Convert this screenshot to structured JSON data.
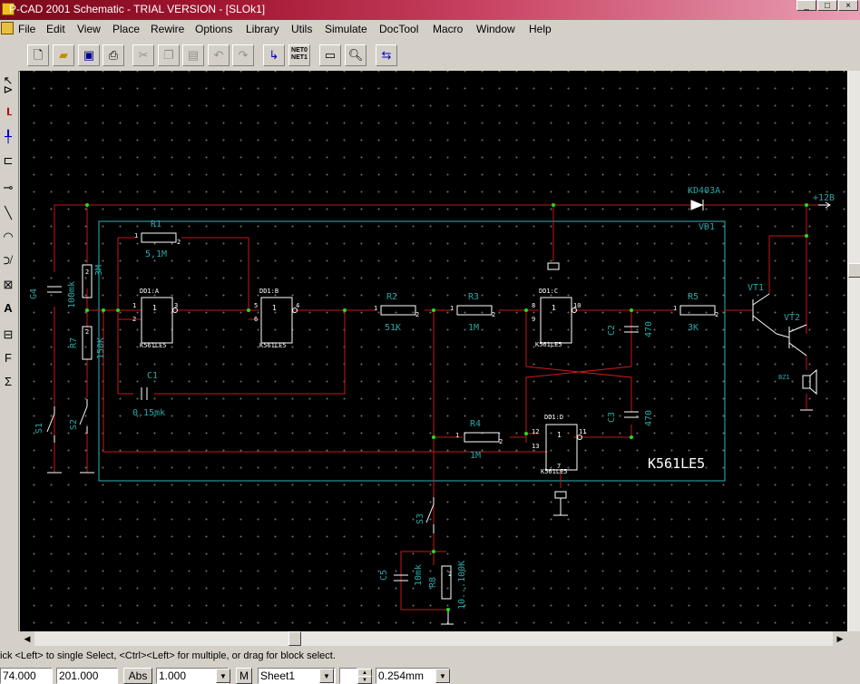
{
  "window": {
    "title": "P-CAD 2001 Schematic - TRIAL VERSION  - [SLOk1]",
    "controls": {
      "minimize": "_",
      "maximize": "□",
      "close": "×"
    }
  },
  "menu": [
    "File",
    "Edit",
    "View",
    "Place",
    "Rewire",
    "Options",
    "Library",
    "Utils",
    "Simulate",
    "DocTool",
    "Macro",
    "Window",
    "Help"
  ],
  "mdi_controls": {
    "minimize": "_",
    "restore": "❐",
    "close": "×"
  },
  "toolbar": {
    "netcompare_top": "NET0",
    "netcompare_bottom": "NET1"
  },
  "schematic": {
    "components": {
      "R1": {
        "ref": "R1",
        "value": "5,1M"
      },
      "R2": {
        "ref": "R2",
        "value": "51K"
      },
      "R3": {
        "ref": "R3",
        "value": "1M"
      },
      "R4": {
        "ref": "R4",
        "value": "1M"
      },
      "R5": {
        "ref": "R5",
        "value": "3K"
      },
      "R6": {
        "value": "3M"
      },
      "R7": {
        "ref": "R7",
        "value": "150K"
      },
      "R8": {
        "ref": "R8",
        "value": "10...100K"
      },
      "C1": {
        "ref": "C1",
        "value": "0,15mk"
      },
      "C2": {
        "ref": "C2",
        "value": "470"
      },
      "C3": {
        "ref": "C3",
        "value": "470"
      },
      "C4": {
        "ref": "C4",
        "value": "100mk"
      },
      "C5": {
        "ref": "C5",
        "value": "10mk"
      },
      "DD1A": {
        "ref": "DD1:A",
        "type": "K561LE5"
      },
      "DD1B": {
        "ref": "DD1:B",
        "type": "K561LE5"
      },
      "DD1C": {
        "ref": "DD1:C",
        "type": "K561LE5"
      },
      "DD1D": {
        "ref": "DD1:D",
        "type": "K561LE5"
      },
      "VD1": {
        "ref": "VD1",
        "type": "KD403A"
      },
      "VT1": {
        "ref": "VT1"
      },
      "VT2": {
        "ref": "VT2"
      },
      "BZ1": {
        "ref": "BZ1"
      },
      "S1": {
        "ref": "S1"
      },
      "S2": {
        "ref": "S2"
      },
      "S3": {
        "ref": "S3"
      }
    },
    "power_label": "+12B",
    "chip_label": "K561LE5",
    "gate_symbol": "1",
    "pins": {
      "p1": "1",
      "p2": "2",
      "p3": "3",
      "p4": "4",
      "p5": "5",
      "p6": "6",
      "p7": "7",
      "p8": "8",
      "p9": "9",
      "p10": "10",
      "p11": "11",
      "p12": "12",
      "p13": "13"
    },
    "colors": {
      "background": "#000000",
      "wire": "#c81818",
      "component": "#ffffff",
      "label": "#2aa6a6",
      "junction": "#22dd22",
      "border": "#2ab8b8"
    }
  },
  "status": {
    "message": "ick <Left> to single Select, <Ctrl><Left> for multiple, or drag for block select.",
    "x": "74.000",
    "y": "201.000",
    "abs": "Abs",
    "zoom": "1.000",
    "m": "M",
    "sheet": "Sheet1",
    "grid": "0.254mm"
  }
}
